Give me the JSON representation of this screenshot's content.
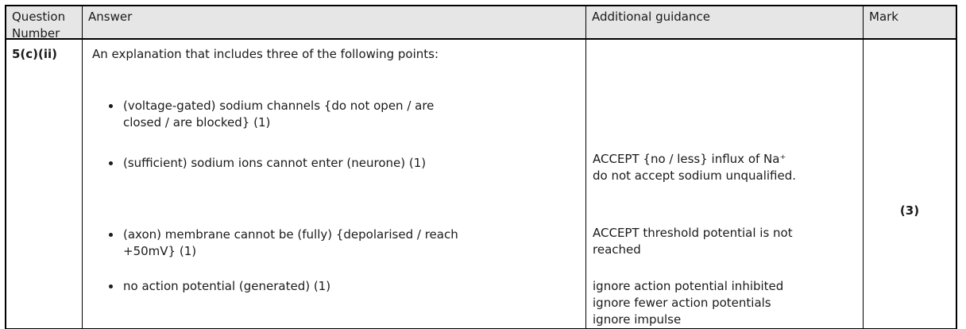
{
  "table": {
    "header": {
      "question": "Question\nNumber",
      "answer": "Answer",
      "guidance": "Additional guidance",
      "mark": "Mark"
    },
    "row": {
      "question_number": "5(c)(ii)",
      "answer": {
        "intro": "An explanation that includes three of the following points:",
        "bullets": [
          "(voltage-gated) sodium channels {do not open / are\nclosed / are blocked} (1)",
          "(sufficient) sodium ions cannot enter (neurone) (1)",
          "(axon) membrane cannot be (fully) {depolarised / reach\n+50mV} (1)",
          "no action potential (generated) (1)"
        ]
      },
      "guidance_notes": [
        "ACCEPT {no / less} influx of Na⁺\ndo not accept sodium unqualified.",
        "ACCEPT threshold potential is not\nreached",
        "ignore action potential inhibited\nignore fewer action potentials\nignore impulse"
      ],
      "mark": "(3)"
    }
  },
  "colors": {
    "header_bg": "#e6e6e6",
    "border": "#000000",
    "text": "#1a1a1a"
  }
}
